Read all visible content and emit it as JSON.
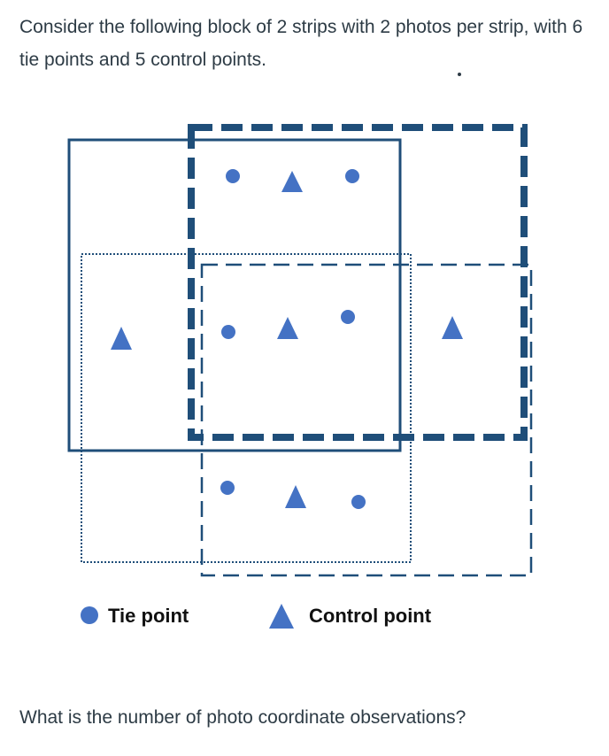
{
  "intro_text": "Consider the following block of 2 strips with 2 photos per strip, with 6 tie points and 5 control points.",
  "question_text": "What is the number of photo coordinate observations?",
  "legend": {
    "tie_label": "Tie point",
    "control_label": "Control point"
  },
  "colors": {
    "frame": "#1f4e79",
    "marker": "#4472c4",
    "text": "#2d3b45"
  },
  "icons": {
    "tie_point": "circle",
    "control_point": "triangle"
  }
}
